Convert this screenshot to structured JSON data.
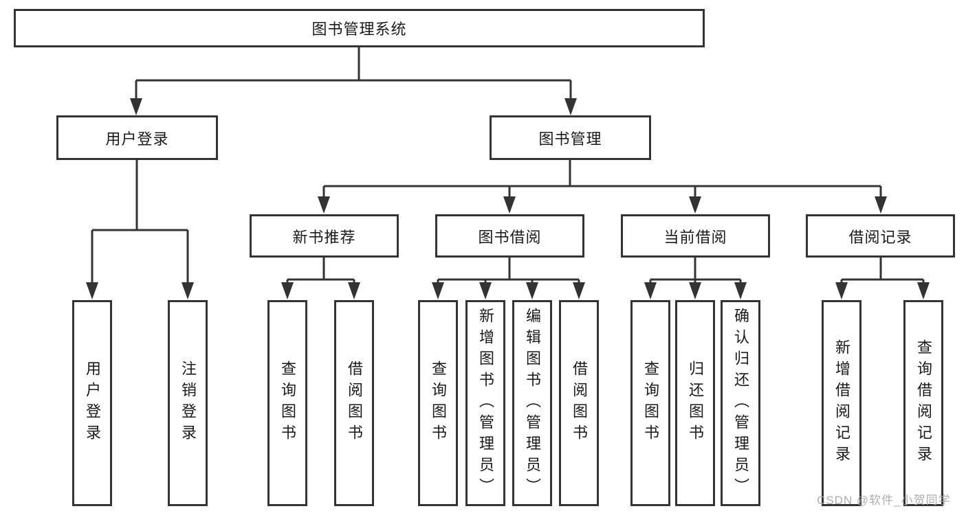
{
  "tree": {
    "root": {
      "label": "图书管理系统"
    },
    "level2": [
      {
        "label": "用户登录",
        "children": [
          {
            "label": "用户登录"
          },
          {
            "label": "注销登录"
          }
        ]
      },
      {
        "label": "图书管理",
        "children": [
          {
            "label": "新书推荐",
            "children": [
              {
                "label": "查询图书"
              },
              {
                "label": "借阅图书"
              }
            ]
          },
          {
            "label": "图书借阅",
            "children": [
              {
                "label": "查询图书"
              },
              {
                "label": "新增图书（管理员）"
              },
              {
                "label": "编辑图书（管理员）"
              },
              {
                "label": "借阅图书"
              }
            ]
          },
          {
            "label": "当前借阅",
            "children": [
              {
                "label": "查询图书"
              },
              {
                "label": "归还图书"
              },
              {
                "label": "确认归还（管理员）"
              }
            ]
          },
          {
            "label": "借阅记录",
            "children": [
              {
                "label": "新增借阅记录"
              },
              {
                "label": "查询借阅记录"
              }
            ]
          }
        ]
      }
    ]
  },
  "watermark": {
    "text": "CSDN @软件_小贺同学"
  },
  "colors": {
    "line": "#333333",
    "text": "#1a1a1a",
    "background": "#ffffff",
    "watermark": "#a5a5a5"
  }
}
